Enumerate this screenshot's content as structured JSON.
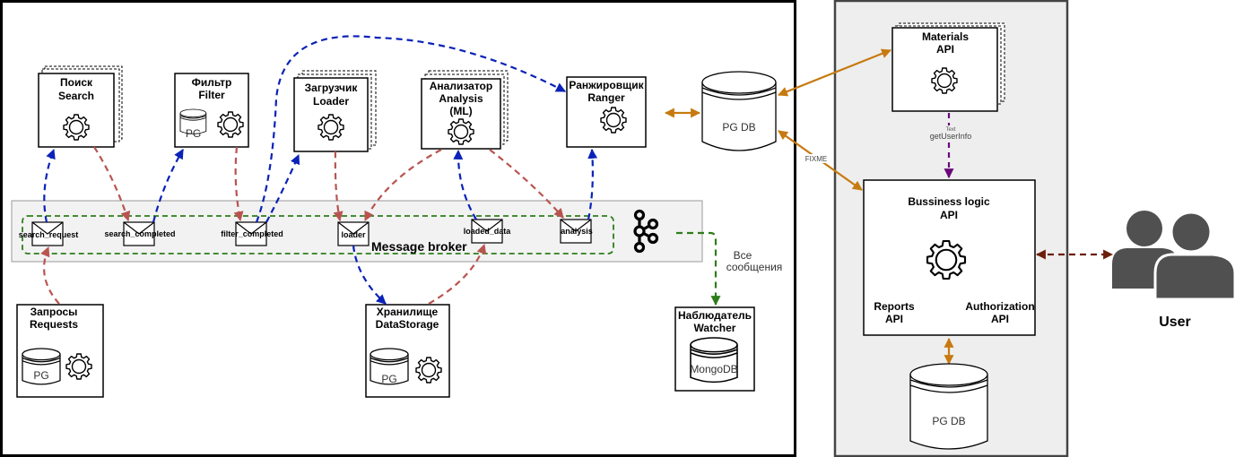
{
  "system": {
    "services": {
      "search": {
        "line1": "Поиск",
        "line2": "Search"
      },
      "filter": {
        "line1": "Фильтр",
        "line2": "Filter",
        "db": "PG"
      },
      "loader": {
        "line1": "Загрузчик",
        "line2": "Loader"
      },
      "analysis": {
        "line1": "Анализатор",
        "line2": "Analysis",
        "line3": "(ML)"
      },
      "ranger": {
        "line1": "Ранжировщик",
        "line2": "Ranger"
      },
      "requests": {
        "line1": "Запросы",
        "line2": "Requests",
        "db": "PG"
      },
      "datastorage": {
        "line1": "Хранилище",
        "line2": "DataStorage",
        "db": "PG"
      },
      "watcher": {
        "line1": "Наблюдатель",
        "line2": "Watcher",
        "db": "MongoDB"
      }
    },
    "pg_db": "PG DB",
    "broker": {
      "label": "Message broker",
      "icon": "kafka-icon",
      "queues": [
        "search_request",
        "search_completed",
        "filter_completed",
        "loader",
        "loaded_data",
        "analysis"
      ]
    },
    "watcher_edge_label": {
      "line1": "Все",
      "line2": "сообщения"
    }
  },
  "external": {
    "materials": {
      "line1": "Materials",
      "line2": "API"
    },
    "business": {
      "line1": "Bussiness logic",
      "line2": "API"
    },
    "reports": {
      "line1": "Reports",
      "line2": "API"
    },
    "authorization": {
      "line1": "Authorization",
      "line2": "API"
    },
    "pg_db": "PG DB",
    "edge_getuserinfo": {
      "small": "Text",
      "label": "getUserInfo"
    },
    "edge_fixme": "FIXME"
  },
  "user": {
    "label": "User",
    "icon": "users-icon"
  },
  "colors": {
    "blue": "#0a22b8",
    "red": "#b85450",
    "green": "#2d7d1a",
    "orange": "#c77a10",
    "purple": "#6a0a7a",
    "brown": "#6b1f0a",
    "panel": "#eeeeee",
    "user": "#505050"
  }
}
